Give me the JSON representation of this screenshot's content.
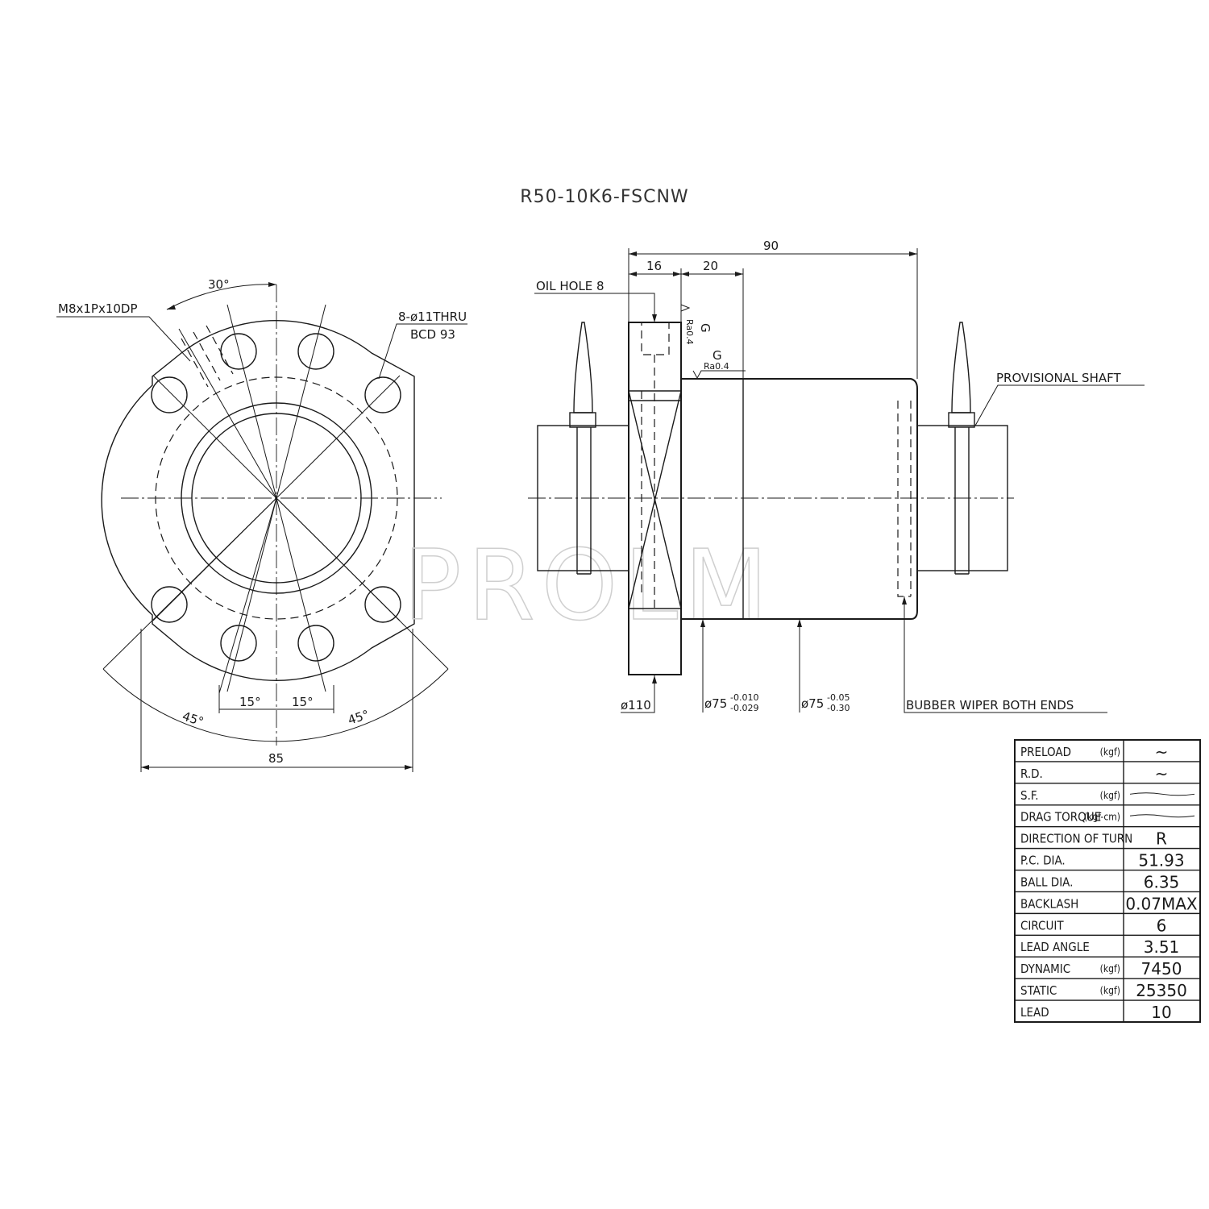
{
  "title": "R50-10K6-FSCNW",
  "watermark": "PROLM",
  "front_view": {
    "tap_label": "M8x1Px10DP",
    "holes_label": "8-ø11THRU",
    "bcd_label": "BCD 93",
    "angle_30": "30°",
    "angle_15_left": "15°",
    "angle_15_right": "15°",
    "angle_45_left": "45°",
    "angle_45_right": "45°",
    "dim_85": "85"
  },
  "side_view": {
    "dim_90": "90",
    "dim_16": "16",
    "dim_20": "20",
    "oil_hole": "OIL HOLE 8",
    "ra_1": "Ra0.4",
    "g_1": "G",
    "ra_2": "Ra0.4",
    "g_2": "G",
    "provisional_shaft": "PROVISIONAL SHAFT",
    "dia_110": "ø110",
    "dia_75a": "ø75",
    "dia_75a_tol_top": "-0.010",
    "dia_75a_tol_bot": "-0.029",
    "dia_75b": "ø75",
    "dia_75b_tol_top": "-0.05",
    "dia_75b_tol_bot": "-0.30",
    "wiper": "BUBBER WIPER BOTH ENDS"
  },
  "spec_table": [
    {
      "label": "PRELOAD",
      "unit": "(kgf)",
      "value": "~"
    },
    {
      "label": "R.D.",
      "unit": "",
      "value": "~"
    },
    {
      "label": "S.F.",
      "unit": "(kgf)",
      "value": ""
    },
    {
      "label": "DRAG TORQUE",
      "unit": "(kgf-cm)",
      "value": ""
    },
    {
      "label": "DIRECTION OF TURN",
      "unit": "",
      "value": "R"
    },
    {
      "label": "P.C. DIA.",
      "unit": "",
      "value": "51.93"
    },
    {
      "label": "BALL DIA.",
      "unit": "",
      "value": "6.35"
    },
    {
      "label": "BACKLASH",
      "unit": "",
      "value": "0.07MAX"
    },
    {
      "label": "CIRCUIT",
      "unit": "",
      "value": "6"
    },
    {
      "label": "LEAD ANGLE",
      "unit": "",
      "value": "3.51"
    },
    {
      "label": "DYNAMIC",
      "unit": "(kgf)",
      "value": "7450"
    },
    {
      "label": "STATIC",
      "unit": "(kgf)",
      "value": "25350"
    },
    {
      "label": "LEAD",
      "unit": "",
      "value": "10"
    }
  ]
}
